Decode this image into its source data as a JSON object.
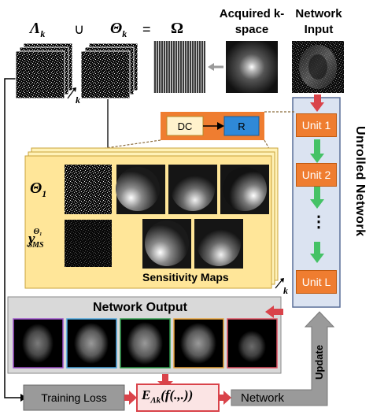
{
  "equation": {
    "lambda": "Λ",
    "lambda_sub": "k",
    "union": "∪",
    "theta": "Θ",
    "theta_sub": "k",
    "equals": "=",
    "omega": "Ω",
    "k_label": "k"
  },
  "top_labels": {
    "acquired": "Acquired k-space",
    "network_input": "Network Input"
  },
  "dc_block": {
    "dc": "DC",
    "r": "R"
  },
  "unrolled": {
    "title": "Unrolled Network",
    "units": [
      "Unit 1",
      "Unit 2",
      "⋮",
      "Unit L"
    ]
  },
  "panel": {
    "theta1": "Θ",
    "theta1_sub": "1",
    "y_label": "y",
    "y_sup": "Θ₁",
    "y_sub": "SMS",
    "sensitivity": "Sensitivity Maps",
    "k_label": "k"
  },
  "output": {
    "title": "Network Output",
    "frame_colors": [
      "#9c4fc9",
      "#4aa6dd",
      "#2e9b4a",
      "#e8a33a",
      "#e05060"
    ]
  },
  "bottom": {
    "training_loss": "Training Loss",
    "loss_func": "E",
    "loss_sub": "Λk",
    "loss_args": "(f(.,.))",
    "network": "Network",
    "update": "Update"
  }
}
